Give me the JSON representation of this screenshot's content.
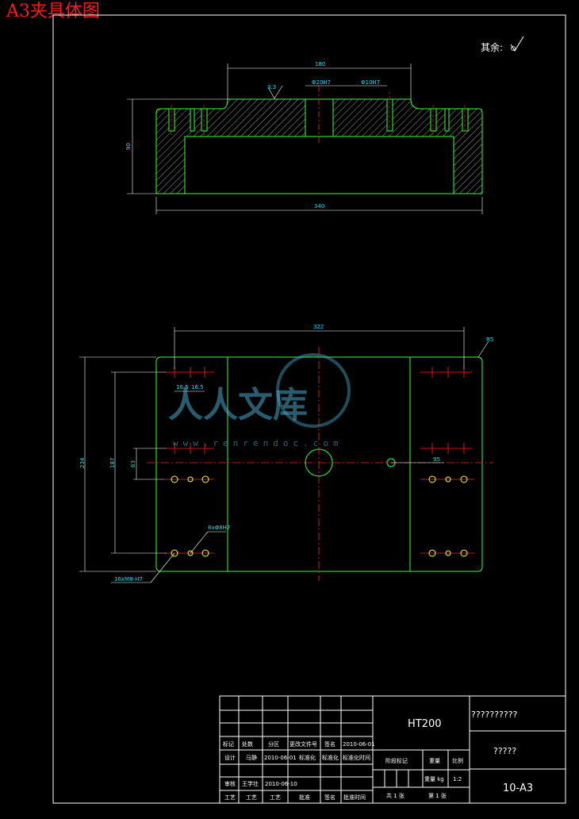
{
  "sheet_title": "A3夹具体图",
  "roughness_note": "其余:",
  "dimensions": {
    "top_width": "180",
    "top_slot": "3.3",
    "top_hole_a": "Φ20H7",
    "top_hole_b": "Φ10H7",
    "top_height": "90",
    "top_total": "340",
    "plan_width": "322",
    "plan_radius": "R5",
    "plan_spacing_a": "16.5",
    "plan_spacing_b": "16.5",
    "plan_height": "234",
    "plan_inner_height": "187",
    "plan_offset": "63",
    "plan_right": "95",
    "plan_note_a": "8xΦ8H7",
    "plan_note_b": "16xM8-H7"
  },
  "watermark": {
    "text": "人人文库",
    "url": "www.renrendoc.com"
  },
  "title_block": {
    "material": "HT200",
    "name_line1": "??????????",
    "name_line2": "?????",
    "drawing_number": "10-A3",
    "row_headers": [
      "标记",
      "处数",
      "分区",
      "更改文件号",
      "签名",
      "2010-06-01"
    ],
    "row_design": [
      "设计",
      "马静",
      "2010-06-01",
      "标准化",
      "标准化",
      "标准化时间"
    ],
    "row_check": [
      "审核",
      "王学壮",
      "2010-06-10"
    ],
    "row_process": [
      "工艺",
      "工艺",
      "工艺",
      "批准",
      "签名",
      "批准时间"
    ],
    "stage_mark": "阶段标记",
    "weight": "重量",
    "scale": "比例",
    "weight_unit": "重量 kg",
    "scale_value": "1:2",
    "sheets_total": "共 1 张",
    "sheet_num": "第 1 张"
  }
}
